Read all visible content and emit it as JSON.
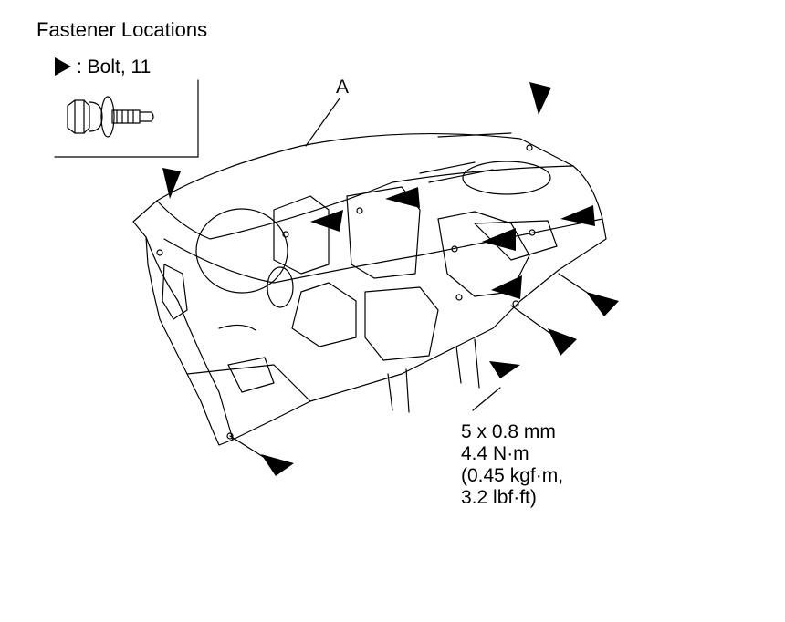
{
  "title": "Fastener Locations",
  "legend": {
    "symbol": "arrowhead-icon",
    "text": ": Bolt, 11"
  },
  "callout": "A",
  "spec": [
    "5 x 0.8 mm",
    "4.4 N·m",
    "(0.45 kgf·m,",
    "3.2 lbf·ft)"
  ]
}
